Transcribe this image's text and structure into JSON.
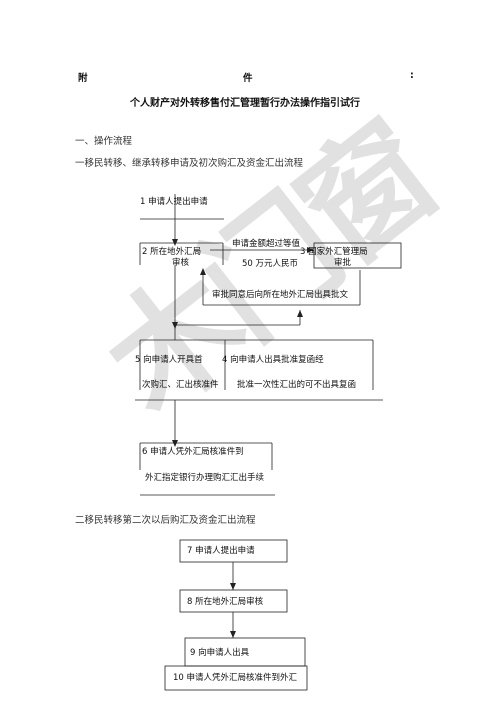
{
  "header": {
    "annex_left": "附",
    "annex_mid": "件",
    "annex_colon": ":",
    "title": "个人财产对外转移售付汇管理暂行办法操作指引试行"
  },
  "section1": {
    "heading": "一、操作流程",
    "subheading": "一移民转移、继承转移申请及初次购汇及资金汇出流程"
  },
  "flow1": {
    "step1": "1 申请人提出申请",
    "step2a": "2 所在地外汇局",
    "step2b": "审核",
    "cond1": "申请金额超过等值",
    "cond2": "50 万元人民币",
    "step3a": "3 国家外汇管理局",
    "step3b": "审批",
    "approve_note": "审批同意后向所在地外汇局出具批文",
    "step5a": "5 向申请人开具首",
    "step5b": "次购汇、汇出核准件",
    "step4a": "4 向申请人出具批准复函经",
    "step4b": "批准一次性汇出的可不出具复函",
    "step6a": "6 申请人凭外汇局核准件到",
    "step6b": "外汇指定银行办理购汇汇出手续"
  },
  "section2": {
    "subheading": "二移民转移第二次以后购汇及资金汇出流程"
  },
  "flow2": {
    "step7": "7 申请人提出申请",
    "step8": "8 所在地外汇局审核",
    "step9": "9 向申请人出具",
    "step10": "10 申请人凭外汇局核准件到外汇"
  },
  "watermark": "木门窗"
}
